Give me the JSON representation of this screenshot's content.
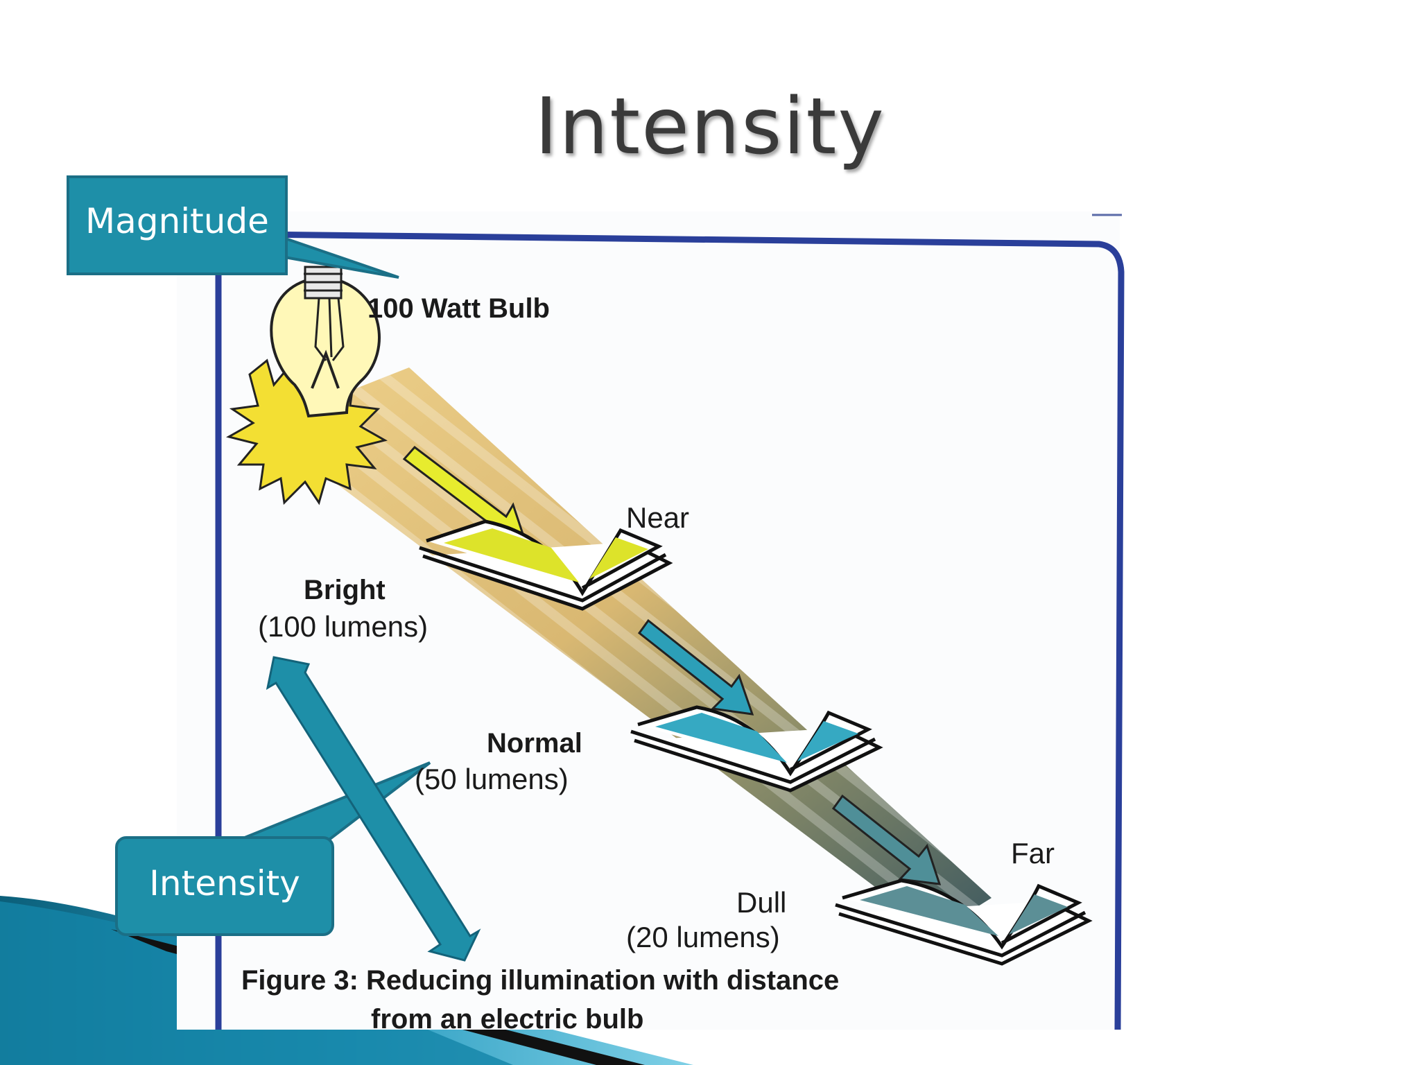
{
  "slide": {
    "title": "Intensity"
  },
  "callouts": {
    "magnitude": "Magnitude",
    "intensity": "Intensity"
  },
  "figure": {
    "bulb_label": "100 Watt Bulb",
    "near_label": "Near",
    "far_label": "Far",
    "bright": {
      "label": "Bright",
      "value": "(100 lumens)"
    },
    "normal": {
      "label": "Normal",
      "value": "(50 lumens)"
    },
    "dull": {
      "label": "Dull",
      "value": "(20 lumens)"
    },
    "caption_line1": "Figure 3: Reducing illumination with distance",
    "caption_line2": "from an electric bulb"
  },
  "colors": {
    "callout_fill": "#1e8fa8",
    "callout_stroke": "#1b6f86",
    "frame_blue": "#2a3f9a",
    "beam_yellow": "#e7c77a",
    "beam_dark": "#506a6a",
    "near_page": "#dde32a",
    "normal_page": "#36a9c2",
    "far_page": "#5c8f96",
    "wave_dark": "#0f6f8c",
    "wave_light": "#6fc3dc"
  }
}
